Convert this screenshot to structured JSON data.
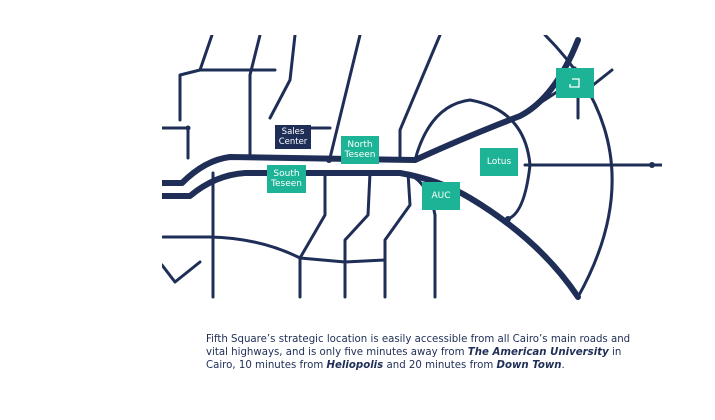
{
  "map": {
    "road_color": "#1e2e56",
    "marker_color": "#1db396",
    "labels": {
      "sales_center": "Sales\nCenter",
      "north_teseen": "North\nTeseen",
      "south_teseen": "South\nTeseen",
      "lotus": "Lotus",
      "auc": "AUC",
      "fifth_square_icon": "building-outline-icon"
    }
  },
  "caption": {
    "part1": "Fifth Square’s strategic location is easily accessible from all Cairo’s main roads and vital highways, and is only five minutes away from ",
    "em1": "The American University",
    "part2": " in Cairo, 10 minutes from ",
    "em2": "Heliopolis",
    "part3": " and 20 minutes from ",
    "em3": "Down Town",
    "part4": "."
  }
}
